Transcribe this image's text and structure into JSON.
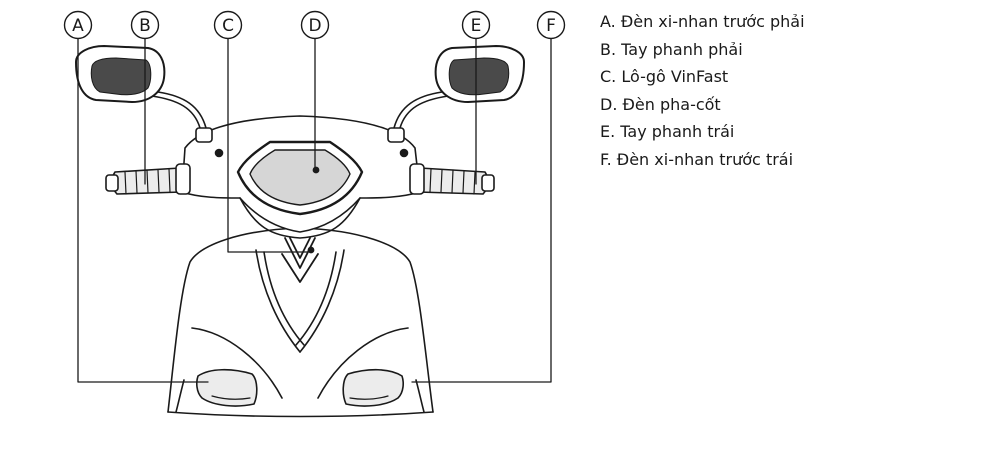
{
  "callouts": [
    {
      "letter": "A",
      "text": "A. Đèn xi-nhan trước phải"
    },
    {
      "letter": "B",
      "text": "B. Tay phanh phải"
    },
    {
      "letter": "C",
      "text": "C. Lô-gô VinFast"
    },
    {
      "letter": "D",
      "text": "D. Đèn pha-cốt"
    },
    {
      "letter": "E",
      "text": "E. Tay phanh trái"
    },
    {
      "letter": "F",
      "text": "F. Đèn xi-nhan trước trái"
    }
  ],
  "colors": {
    "line": "#1a1a1a",
    "fill_light": "#ececec",
    "fill_mid": "#d6d6d6",
    "fill_dark": "#4a4a4a",
    "background": "#ffffff"
  },
  "icons": {
    "logo": "vinfast-v-logo"
  }
}
